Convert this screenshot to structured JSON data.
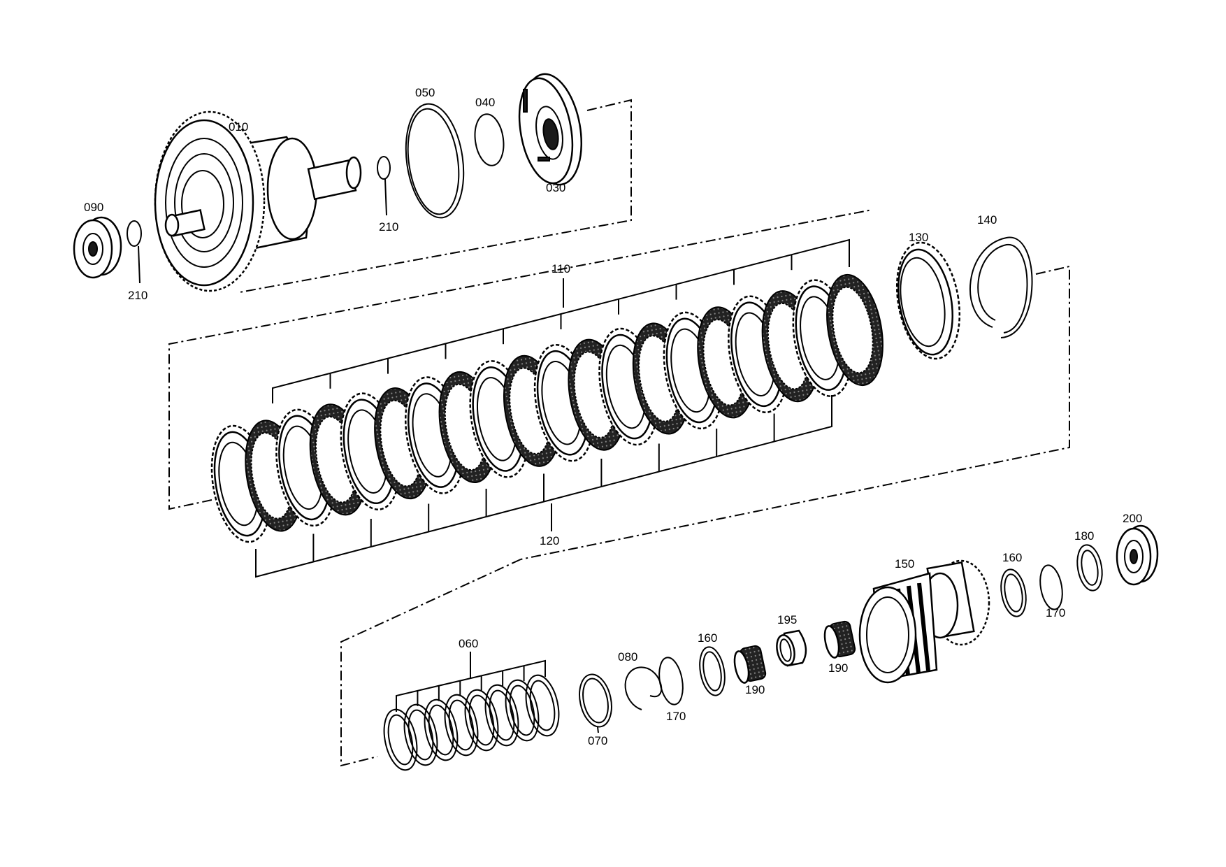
{
  "labels": {
    "p010": "010",
    "p030": "030",
    "p040": "040",
    "p050": "050",
    "p060": "060",
    "p070": "070",
    "p080": "080",
    "p090": "090",
    "p110": "110",
    "p120": "120",
    "p130": "130",
    "p140": "140",
    "p150": "150",
    "p160a": "160",
    "p160b": "160",
    "p170a": "170",
    "p170b": "170",
    "p180": "180",
    "p190a": "190",
    "p190b": "190",
    "p195": "195",
    "p200": "200",
    "p210a": "210",
    "p210b": "210"
  },
  "colors": {
    "ink": "#000000",
    "paper": "#ffffff",
    "friction": "#1a1a1a"
  }
}
